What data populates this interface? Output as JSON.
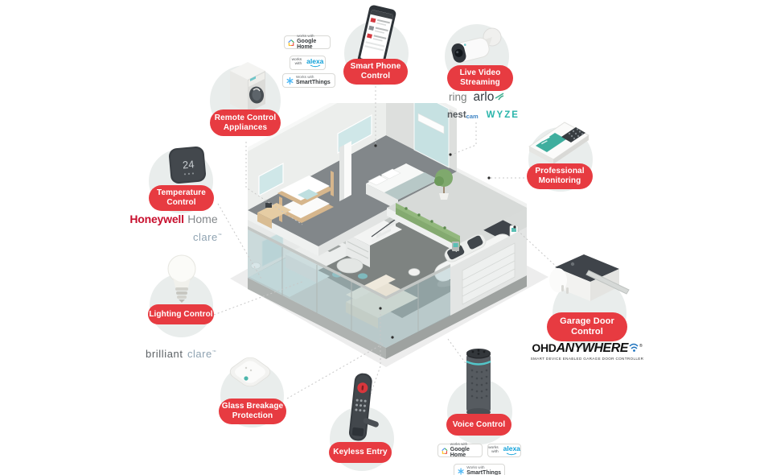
{
  "palette": {
    "pill_red": "#e73b41",
    "halo_gray": "#e9edec",
    "connector_gray": "#c8c8c8"
  },
  "labels": {
    "remote": {
      "l1": "Remote Control",
      "l2": "Appliances"
    },
    "phone": {
      "l1": "Smart Phone",
      "l2": "Control"
    },
    "video": {
      "l1": "Live Video",
      "l2": "Streaming"
    },
    "monitoring": {
      "l1": "Professional",
      "l2": "Monitoring"
    },
    "temperature": {
      "l1": "Temperature",
      "l2": "Control"
    },
    "lighting": {
      "l1": "Lighting Control"
    },
    "glass": {
      "l1": "Glass Breakage",
      "l2": "Protection"
    },
    "keyless": {
      "l1": "Keyless Entry"
    },
    "voice": {
      "l1": "Voice Control"
    },
    "garage": {
      "l1": "Garage Door",
      "l2": "Control"
    }
  },
  "devices": {
    "thermostat_reading": "24"
  },
  "badges": {
    "google": {
      "small": "works with",
      "brand": "Google Home"
    },
    "alexa": {
      "small_top": "works",
      "small_bottom": "with",
      "brand": "alexa"
    },
    "smartthings": {
      "small": "Works with",
      "brand": "SmartThings"
    }
  },
  "brands": {
    "honeywell": "Honeywell",
    "honeywell_home": "Home",
    "clare": "clare",
    "clare_tm": "™",
    "brilliant": "brilliant",
    "ring": "ring",
    "arlo": "arlo",
    "nest": "nest",
    "nest_cam": "cam",
    "wyze": "WYZE",
    "ohd_prefix": "OHD",
    "ohd_main": "ANYWHERE",
    "ohd_reg": "®",
    "ohd_tagline": "SMART DEVICE ENABLED GARAGE DOOR CONTROLLER"
  }
}
